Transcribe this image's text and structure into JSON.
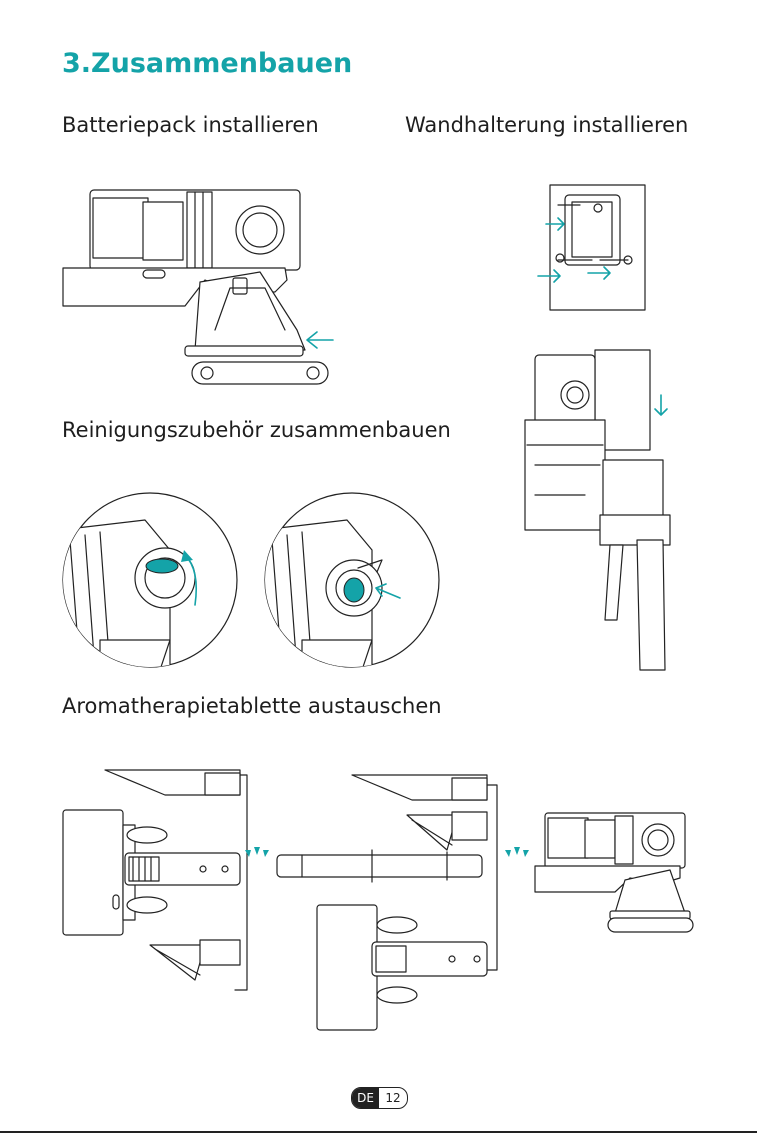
{
  "section": {
    "title": "3.Zusammenbauen"
  },
  "headings": {
    "battery": "Batteriepack installieren",
    "wall_mount": "Wandhalterung installieren",
    "accessories": "Reinigungszubehör zusammenbauen",
    "aroma": "Aromatherapietablette austauschen"
  },
  "footer": {
    "language": "DE",
    "page_number": "12"
  },
  "colors": {
    "accent": "#14a3a8",
    "line": "#222222"
  }
}
